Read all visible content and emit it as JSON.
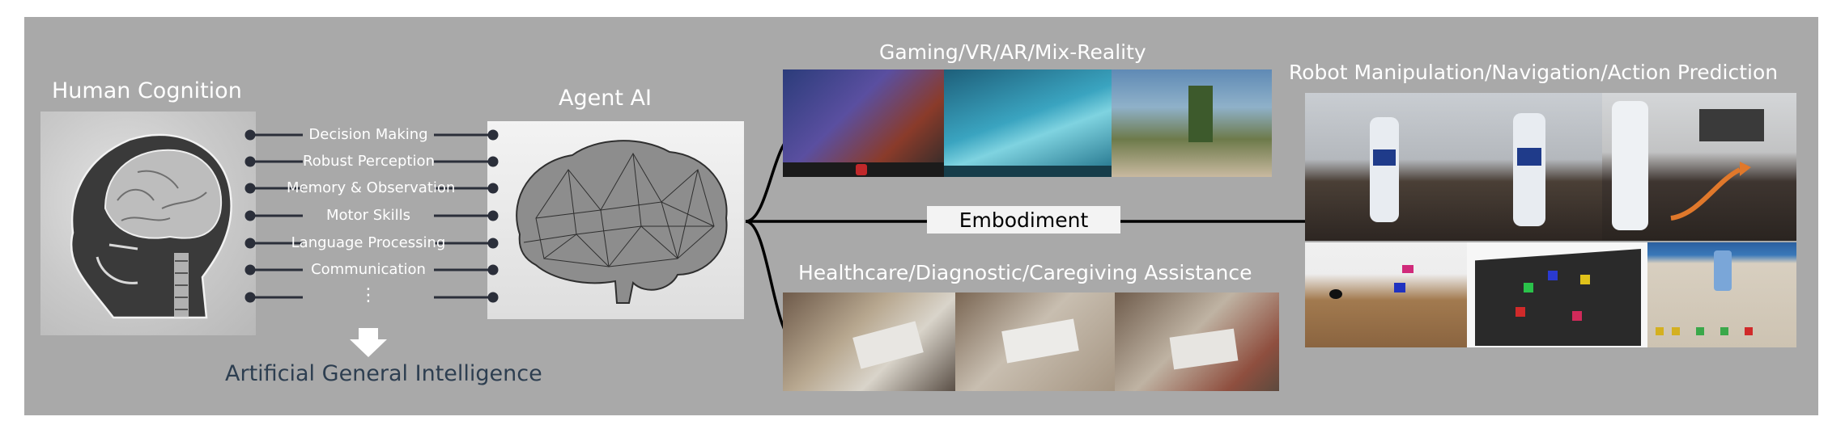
{
  "human": {
    "title": "Human Cognition",
    "capabilities": [
      "Decision Making",
      "Robust Perception",
      "Memory & Observation",
      "Motor Skills",
      "Language Processing",
      "Communication"
    ],
    "ellipsis": "⋮",
    "goal": "Artificial General Intelligence"
  },
  "agent": {
    "title": "Agent AI"
  },
  "embodiment": {
    "label": "Embodiment"
  },
  "gaming": {
    "title": "Gaming/VR/AR/Mix-Reality"
  },
  "healthcare": {
    "title": "Healthcare/Diagnostic/Caregiving Assistance"
  },
  "robot": {
    "title": "Robot Manipulation/Navigation/Action Prediction"
  },
  "colors": {
    "panel": "#a9a9a9",
    "connector": "#2b2f3a",
    "goal_text": "#2d3e50"
  }
}
